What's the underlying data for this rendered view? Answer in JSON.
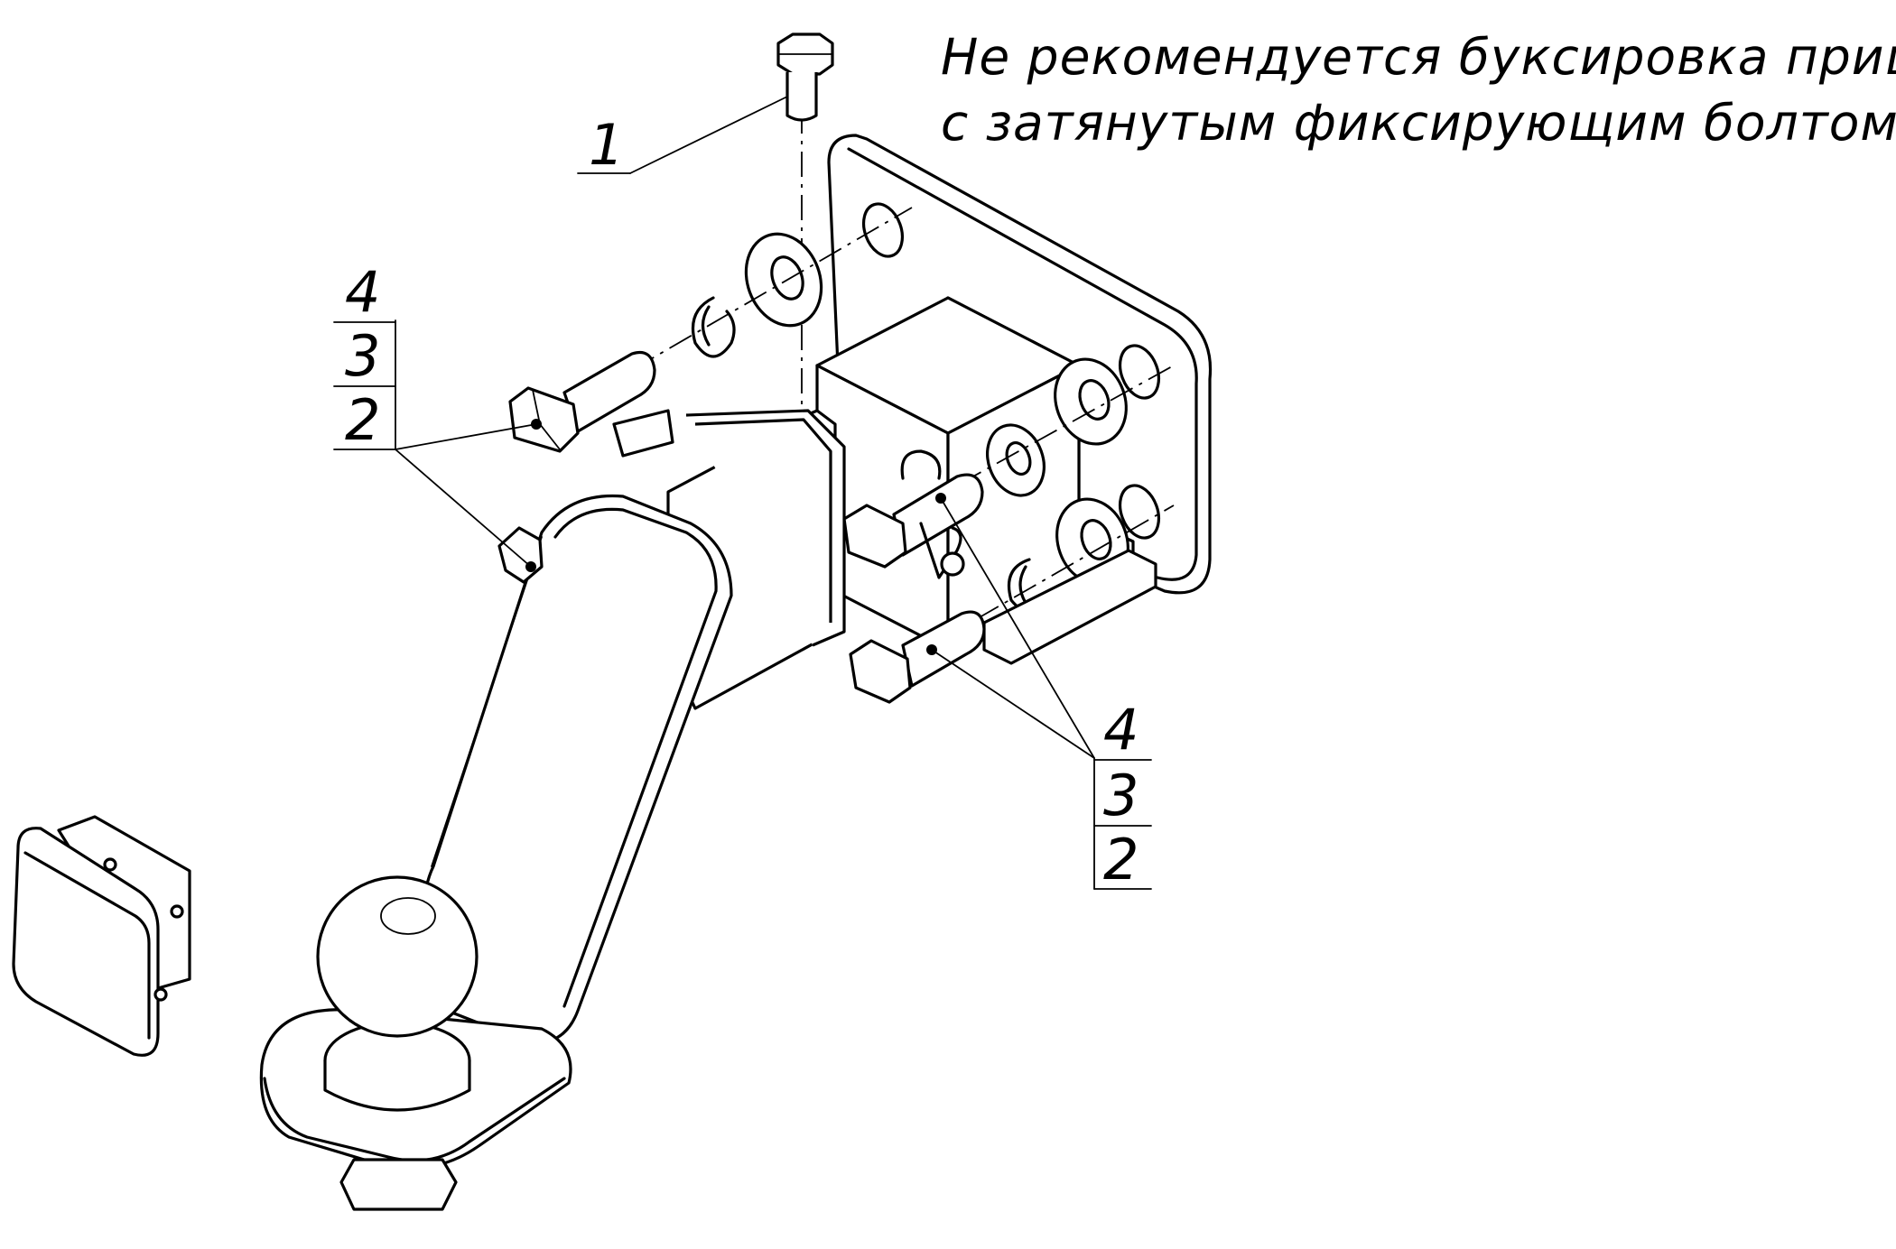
{
  "note": {
    "line1": "Не рекомендуется буксировка прицепа",
    "line2": "с затянутым фиксирующим болтом!"
  },
  "callouts": {
    "bolt_top": "1",
    "left_group": [
      "4",
      "3",
      "2"
    ],
    "right_group": [
      "4",
      "3",
      "2"
    ]
  }
}
